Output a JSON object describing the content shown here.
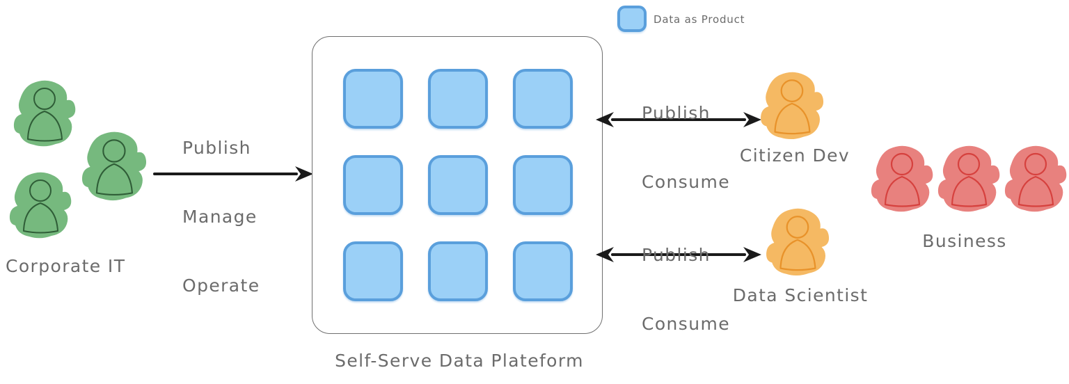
{
  "legend": {
    "swatch_color": "#9bd0f7",
    "swatch_border": "#5a9fdc",
    "label": "Data as Product"
  },
  "groups": {
    "corporate_it": {
      "label": "Corporate IT",
      "color": "#76b97e",
      "outline": "#3f6b45",
      "count": 3
    },
    "citizen_dev": {
      "label": "Citizen Dev",
      "color": "#f5b963",
      "outline": "#e8922a",
      "count": 1
    },
    "data_scientist": {
      "label": "Data Scientist",
      "color": "#f5b963",
      "outline": "#e8922a",
      "count": 1
    },
    "business": {
      "label": "Business",
      "color": "#e8817e",
      "outline": "#d6413e",
      "count": 3
    }
  },
  "platform": {
    "label": "Self-Serve Data Plateform",
    "tile_count": 9,
    "tile_rows": 3,
    "tile_columns": 3,
    "border_color": "#6e6e6e"
  },
  "flows": {
    "it_to_platform": {
      "line1": "Publish",
      "line2": "Manage",
      "line3": "Operate",
      "direction": "one-way"
    },
    "platform_to_citizen_dev": {
      "line1": "Publish",
      "line2": "Consume",
      "direction": "two-way"
    },
    "platform_to_data_scientist": {
      "line1": "Publish",
      "line2": "Consume",
      "direction": "two-way"
    }
  }
}
